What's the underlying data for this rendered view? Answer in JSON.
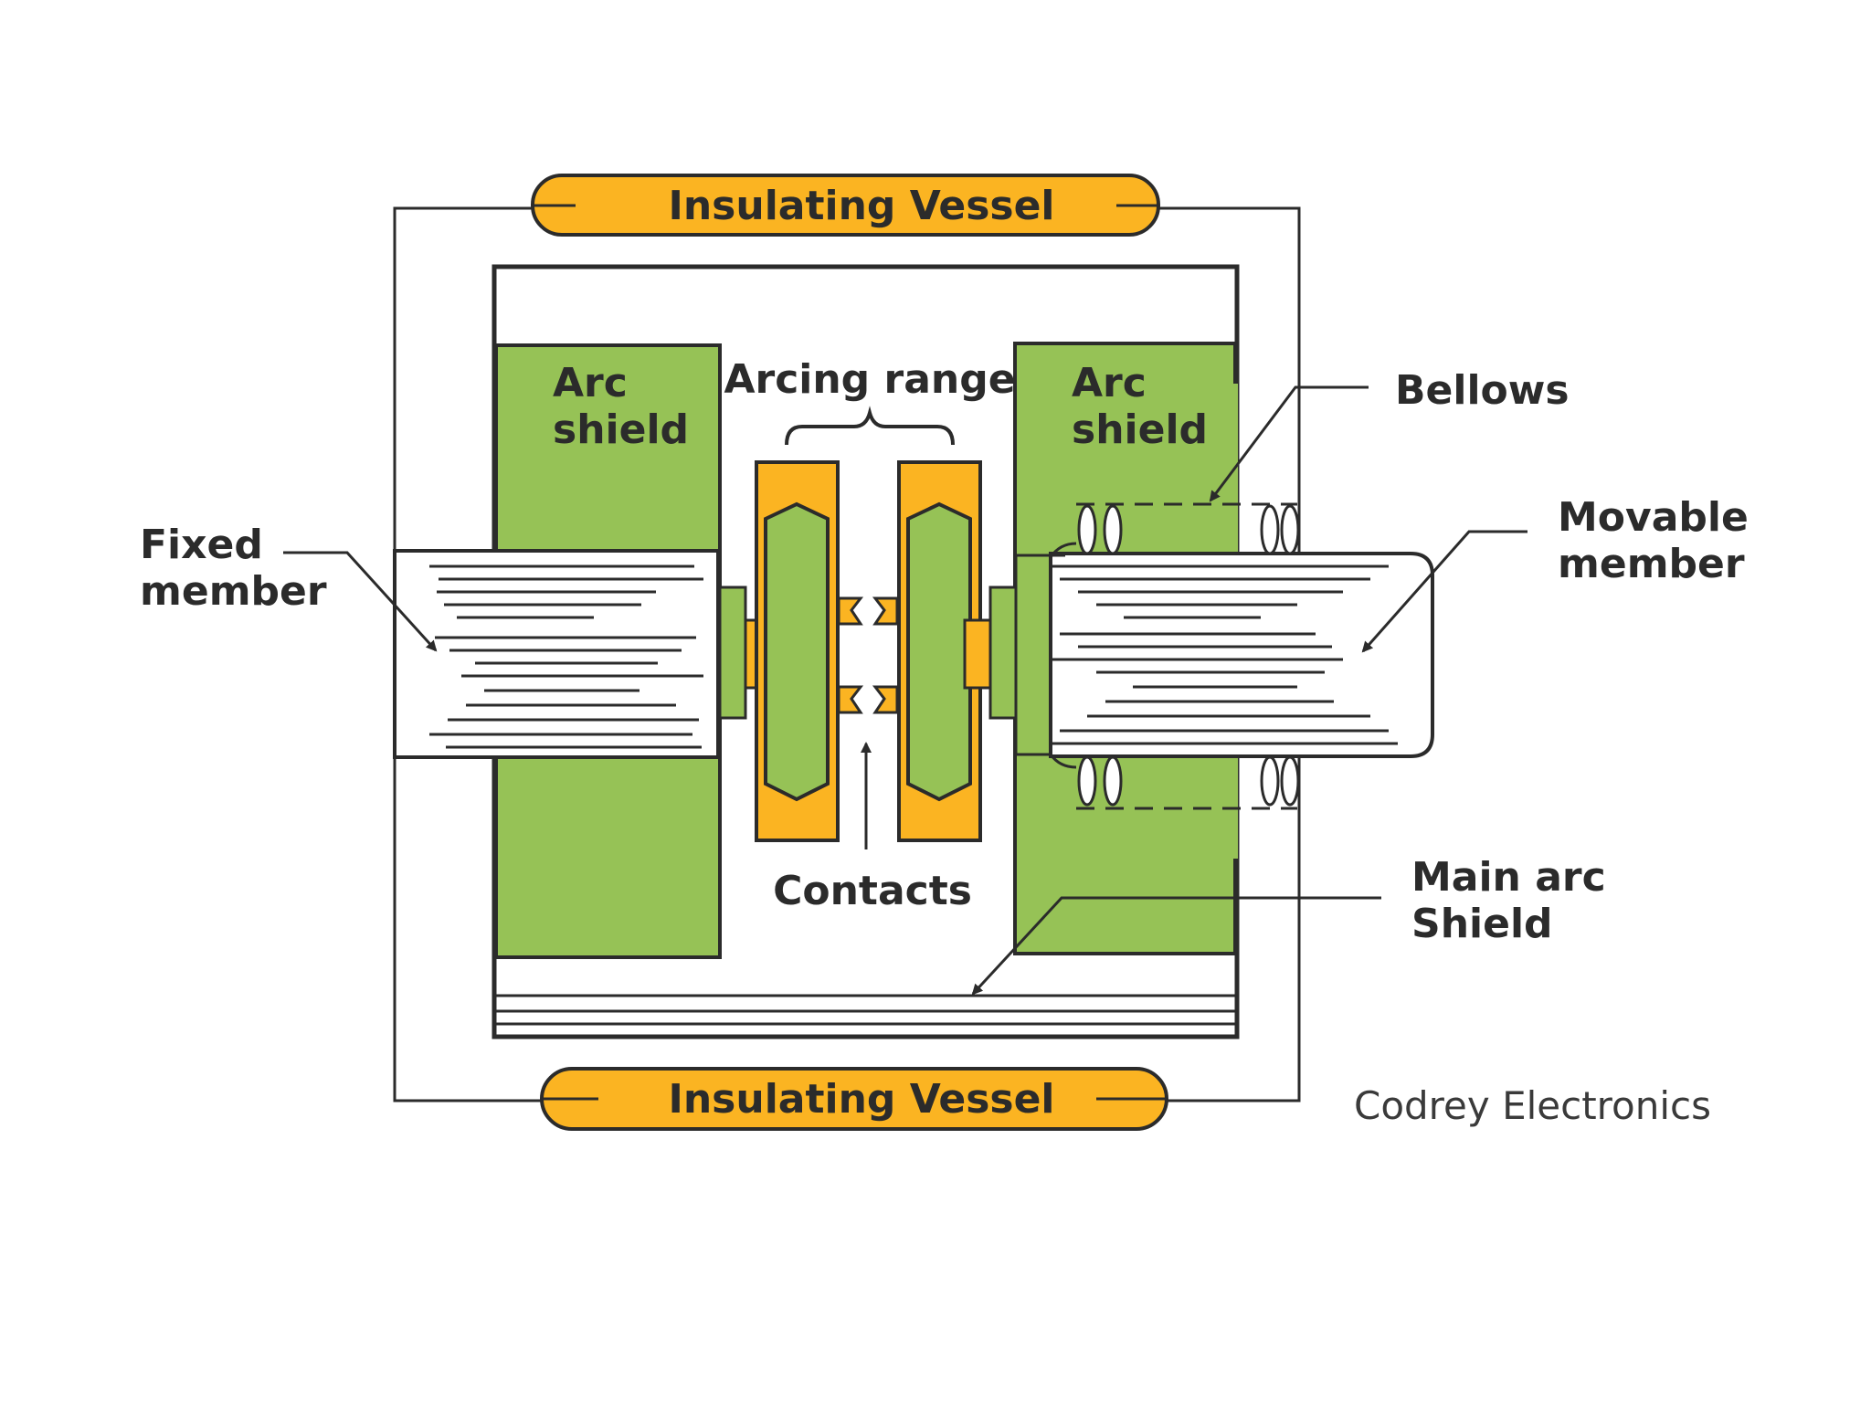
{
  "colors": {
    "shield_green": "#96c256",
    "contact_orange": "#fbb422",
    "outline": "#2b2b2b",
    "background": "#ffffff"
  },
  "labels": {
    "vessel_top": "Insulating Vessel",
    "vessel_bottom": "Insulating Vessel",
    "arc_shield_left": [
      "Arc",
      "shield"
    ],
    "arc_shield_right": [
      "Arc",
      "shield"
    ],
    "arcing_range": "Arcing range",
    "bellows": "Bellows",
    "fixed_member": [
      "Fixed",
      "member"
    ],
    "movable_member": [
      "Movable",
      "member"
    ],
    "contacts": "Contacts",
    "main_arc_shield": [
      "Main arc",
      "Shield"
    ],
    "credit": "Codrey Electronics"
  }
}
